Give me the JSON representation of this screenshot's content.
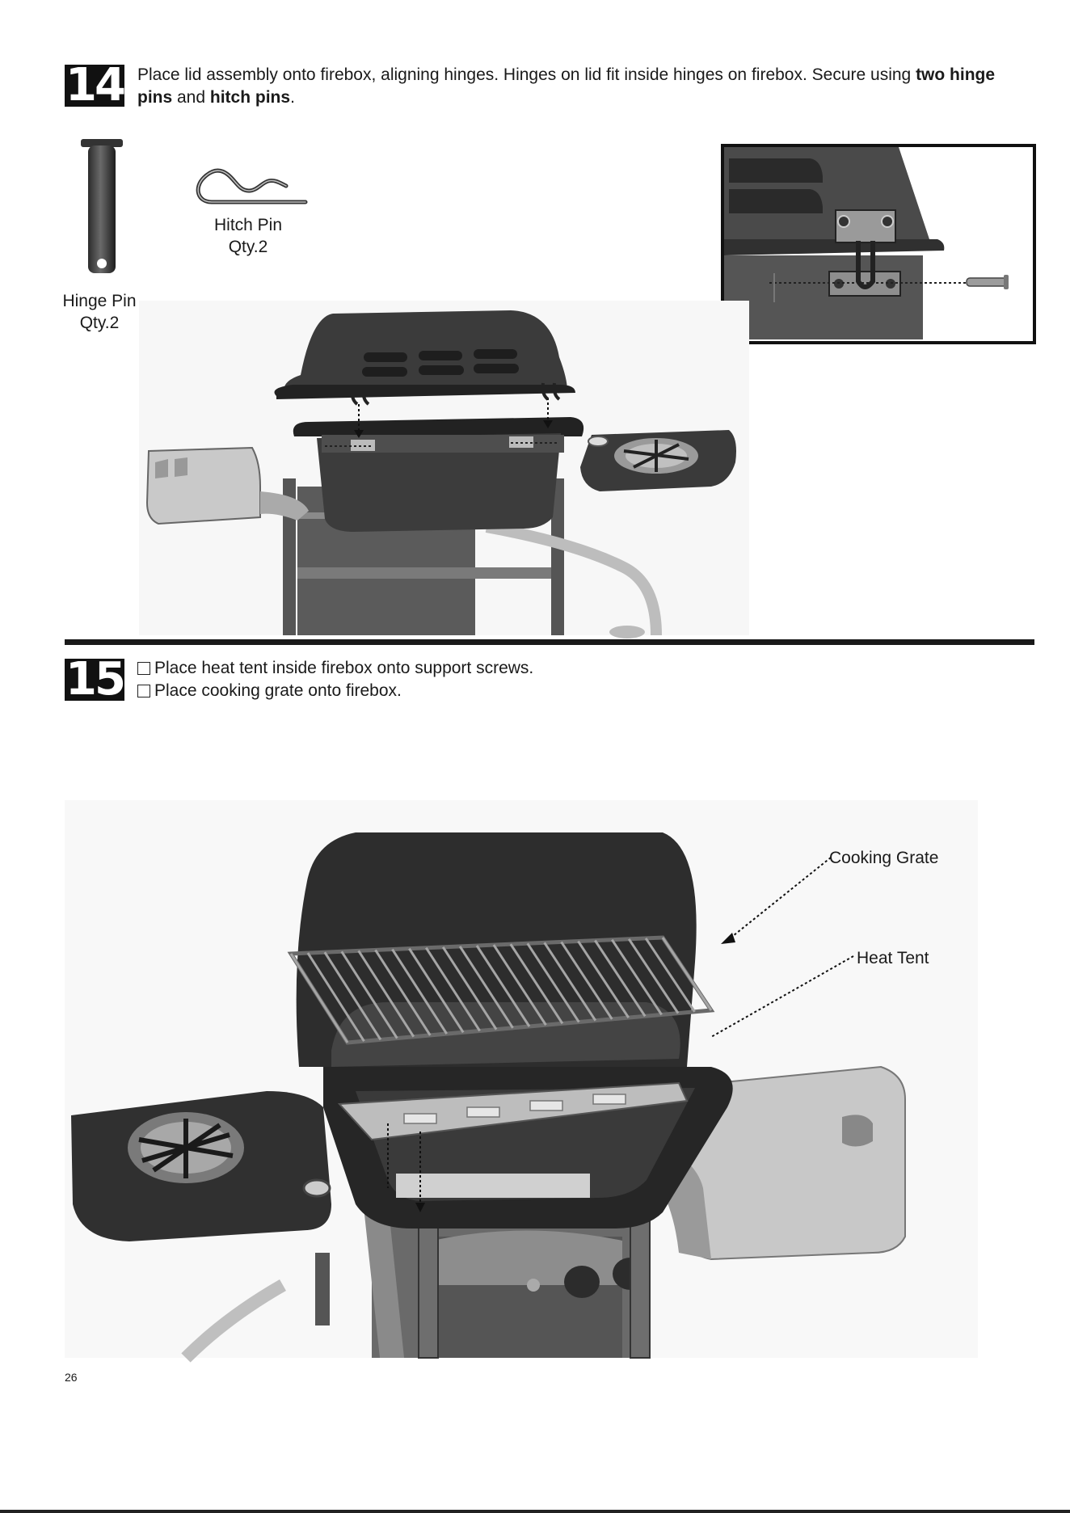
{
  "step14": {
    "number": "14",
    "text_a": "Place lid assembly onto firebox, aligning hinges. Hinges on lid fit inside hinges on firebox. Secure using ",
    "bold_a": "two hinge pins",
    "text_b": " and ",
    "bold_b": "hitch pins",
    "text_c": ".",
    "parts": [
      {
        "name": "Hinge Pin",
        "qty": "Qty.2"
      },
      {
        "name": "Hitch Pin",
        "qty": "Qty.2"
      }
    ]
  },
  "step15": {
    "number": "15",
    "items": [
      "Place heat tent inside firebox onto support screws.",
      "Place cooking grate onto firebox."
    ],
    "callouts": {
      "cooking_grate": "Cooking Grate",
      "heat_tent": "Heat Tent"
    }
  },
  "footer": {
    "page_number": "26"
  }
}
